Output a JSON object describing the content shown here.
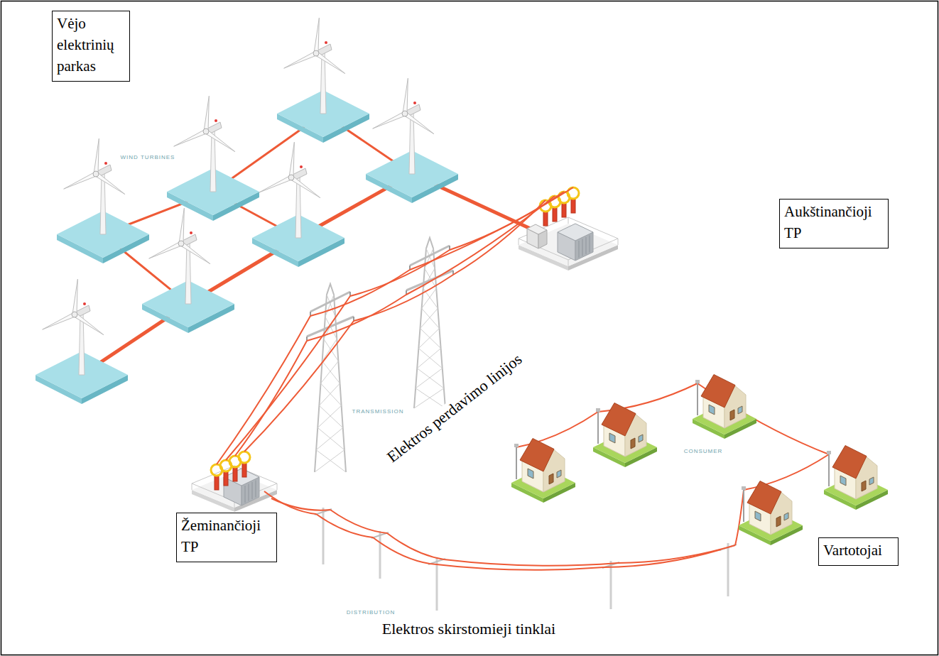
{
  "diagram": {
    "nodes": [
      {
        "text": [
          "Vėjo elektrinių parkas"
        ]
      },
      {
        "text": [
          "Aukštinančioji TP"
        ]
      },
      {
        "text": [
          "Žeminančioji TP"
        ]
      },
      {
        "text": [
          "Vartotojai"
        ]
      }
    ],
    "labels": [
      "WIND TURBINES",
      "Elektros perdavimo linijos",
      "TRANSMISSION",
      "CONSUMER",
      "DISTRIBUTION",
      "Elektros skirstomieji tinklai"
    ]
  }
}
